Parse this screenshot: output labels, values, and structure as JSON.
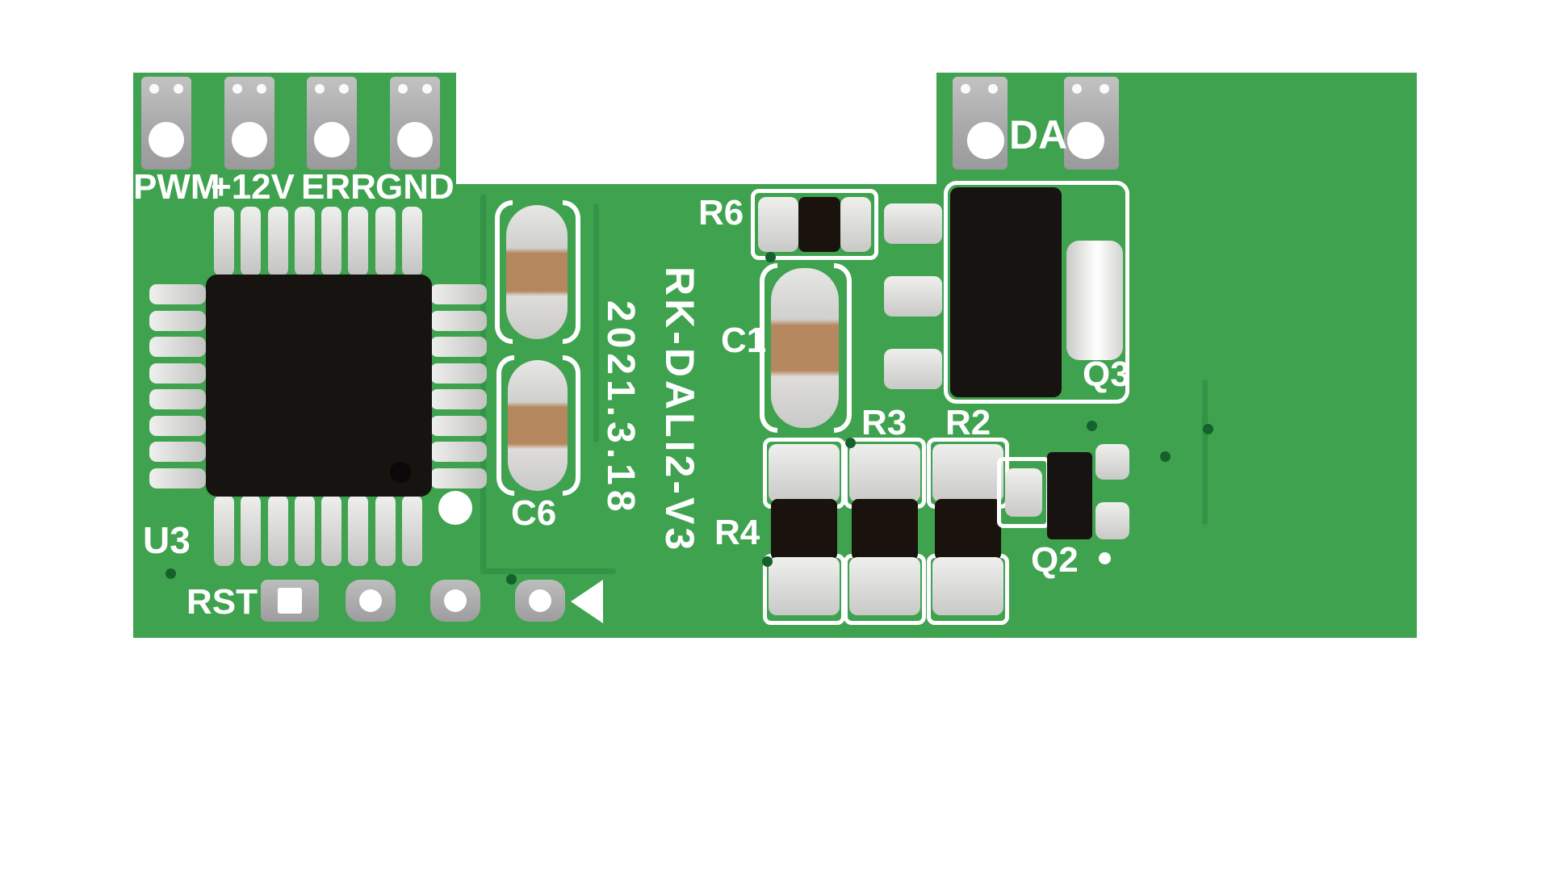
{
  "board": {
    "silkscreen": {
      "model": "RK-DALI2-V3",
      "date": "2021.3.18"
    },
    "connectors": {
      "pwm": "PWM",
      "plus12v": "+12V",
      "err": "ERR",
      "gnd": "GND",
      "da": "DA"
    },
    "designators": {
      "u3": "U3",
      "rst": "RST",
      "c6": "C6",
      "c1": "C1",
      "r6": "R6",
      "r3": "R3",
      "r2": "R2",
      "r4": "R4",
      "q2": "Q2",
      "q3": "Q3"
    },
    "colors": {
      "solder_mask_green": "#3fa24f",
      "silkscreen_white": "#ffffff",
      "ic_black": "#161310",
      "pad_silver": "#d8d8d6",
      "terminal_gray": "#a9a9ab",
      "capacitor_band_tan": "#b5875e"
    }
  }
}
